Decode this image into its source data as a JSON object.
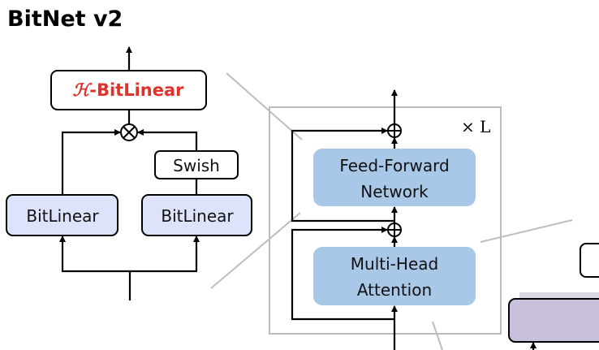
{
  "title": "BitNet v2",
  "left_block": {
    "h_bitlinear": {
      "prefix": "ℋ",
      "label": "-BitLinear",
      "color": "#e0312a"
    },
    "gate_op": "⊗",
    "swish": "Swish",
    "bitlinear_left": "BitLinear",
    "bitlinear_right": "BitLinear",
    "bitlinear_fill": "#dde3fa"
  },
  "transformer_block": {
    "repeat_label": "× L",
    "ffn": {
      "line1": "Feed-Forward",
      "line2": "Network"
    },
    "mha": {
      "line1": "Multi-Head",
      "line2": "Attention"
    },
    "add_op": "⊕",
    "block_fill": "#a9c7e7"
  },
  "partial_block_fill": "#c9c1dc"
}
